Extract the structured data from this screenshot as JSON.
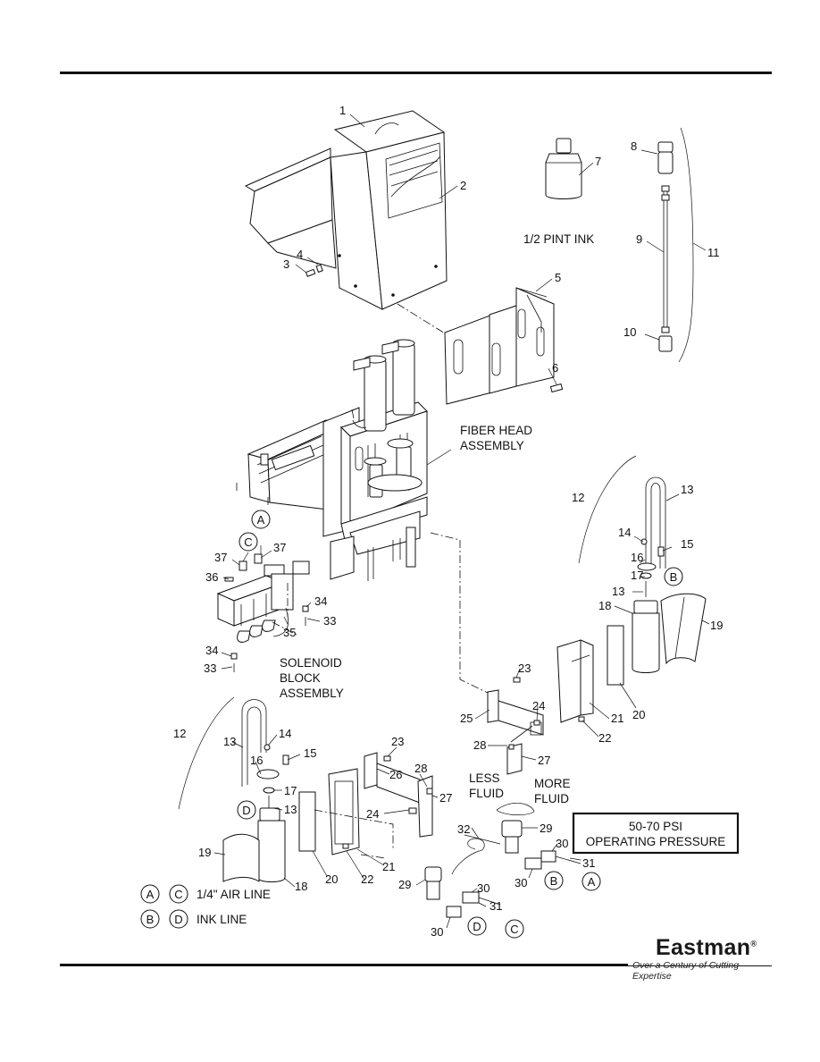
{
  "labels": {
    "ink_size": "1/2 PINT INK",
    "fiber_head": [
      "FIBER HEAD",
      "ASSEMBLY"
    ],
    "solenoid": [
      "SOLENOID",
      "BLOCK",
      "ASSEMBLY"
    ],
    "less_fluid": [
      "LESS",
      "FLUID"
    ],
    "more_fluid": [
      "MORE",
      "FLUID"
    ],
    "pressure": [
      "50-70 PSI",
      "OPERATING PRESSURE"
    ]
  },
  "legend": {
    "air": {
      "letters": [
        "A",
        "C"
      ],
      "text": "1/4\" AIR LINE"
    },
    "ink": {
      "letters": [
        "B",
        "D"
      ],
      "text": "INK LINE"
    }
  },
  "callouts": {
    "n1": "1",
    "n2": "2",
    "n3": "3",
    "n4": "4",
    "n5": "5",
    "n6": "6",
    "n7": "7",
    "n8": "8",
    "n9": "9",
    "n10": "10",
    "n11": "11",
    "n12a": "12",
    "n13a": "13",
    "n14a": "14",
    "n15a": "15",
    "n16a": "16",
    "n17a": "17",
    "n13b": "13",
    "n18a": "18",
    "n19a": "19",
    "n20a": "20",
    "n21a": "21",
    "n22a": "22",
    "n23a": "23",
    "n24a": "24",
    "n25": "25",
    "n28a": "28",
    "n27a": "27",
    "n37a": "37",
    "n36": "36",
    "n37b": "37",
    "n34a": "34",
    "n33a": "33",
    "n35": "35",
    "n34b": "34",
    "n33b": "33",
    "n12b": "12",
    "n13c": "13",
    "n14b": "14",
    "n15b": "15",
    "n16b": "16",
    "n17b": "17",
    "n13d": "13",
    "n19b": "19",
    "n18b": "18",
    "n20b": "20",
    "n22b": "22",
    "n21b": "21",
    "n23b": "23",
    "n26": "26",
    "n28b": "28",
    "n27b": "27",
    "n24b": "24",
    "n29a": "29",
    "n30a": "30",
    "n31a": "31",
    "n30b": "30",
    "n32": "32",
    "n29b": "29",
    "n30c": "30",
    "n31b": "31",
    "n30d": "30"
  },
  "letters": {
    "a1": "A",
    "c1": "C",
    "b1": "B",
    "d1": "D",
    "b2": "B",
    "a2": "A",
    "d2": "D",
    "c2": "C"
  },
  "brand": {
    "name": "Eastman",
    "mark": "®",
    "tagline": "Over a Century of Cutting Expertise"
  }
}
